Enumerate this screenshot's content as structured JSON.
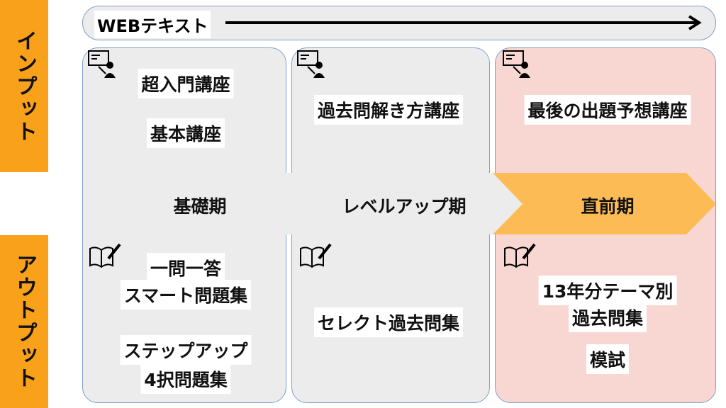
{
  "side_labels": {
    "input": "インプット",
    "output": "アウトプット"
  },
  "web_text": "WEBテキスト",
  "columns": [
    {
      "phase": "基礎期",
      "input": [
        "超入門講座",
        "基本講座"
      ],
      "output": [
        "一問一答",
        "スマート問題集",
        "ステップアップ",
        "4択問題集"
      ]
    },
    {
      "phase": "レベルアップ期",
      "input": [
        "過去問解き方講座"
      ],
      "output": [
        "セレクト過去問集"
      ]
    },
    {
      "phase": "直前期",
      "input": [
        "最後の出題予想講座"
      ],
      "output": [
        "13年分テーマ別",
        "過去問集",
        "模試"
      ]
    }
  ],
  "colors": {
    "side": "#f9a11b",
    "box": "#ececec",
    "final_box": "#f8d7d3",
    "final_arrow": "#fdbb55",
    "border": "#7fa0c8"
  }
}
